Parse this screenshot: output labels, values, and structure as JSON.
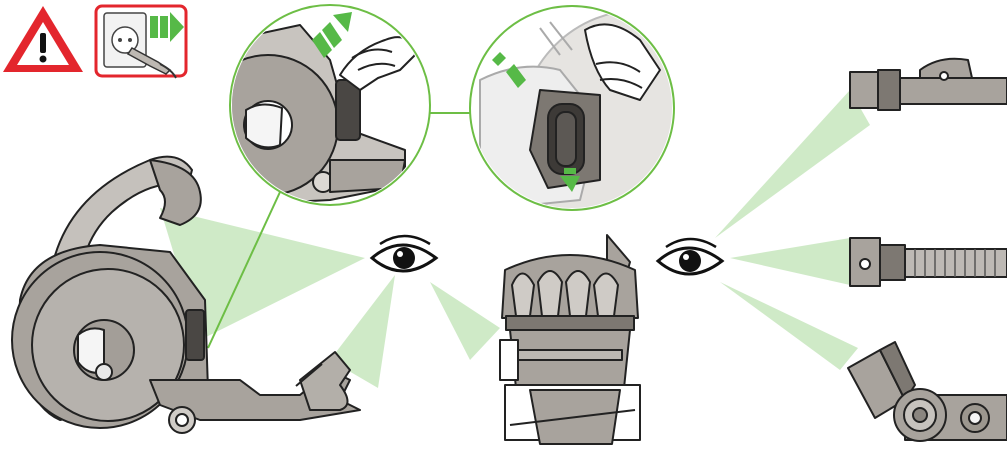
{
  "colors": {
    "warning_red": "#e3262d",
    "accent_green": "#56b947",
    "callout_green": "#6dbe45",
    "sightline_green": "#bfe3b4",
    "machine_gray": "#a8a39d",
    "machine_dark": "#7d7872",
    "outline": "#222222",
    "panel_bg": "#ffffff"
  },
  "icons": {
    "warning": "warning-triangle-icon",
    "unplug": "unplug-from-socket-icon",
    "inspect": "eye-icon",
    "pull_direction": "triple-chevron-arrow-icon"
  },
  "steps": [
    {
      "name": "check-machine",
      "icon": "eye-icon"
    },
    {
      "name": "check-cyclone",
      "icon": "eye-icon"
    },
    {
      "name": "check-tools",
      "icon": "eye-icon"
    }
  ],
  "parts": [
    "machine-body",
    "post-motor-filter-detail",
    "cyclone-release-detail",
    "cyclone-bin",
    "wand-handle",
    "hose-connector",
    "cleaner-head"
  ]
}
